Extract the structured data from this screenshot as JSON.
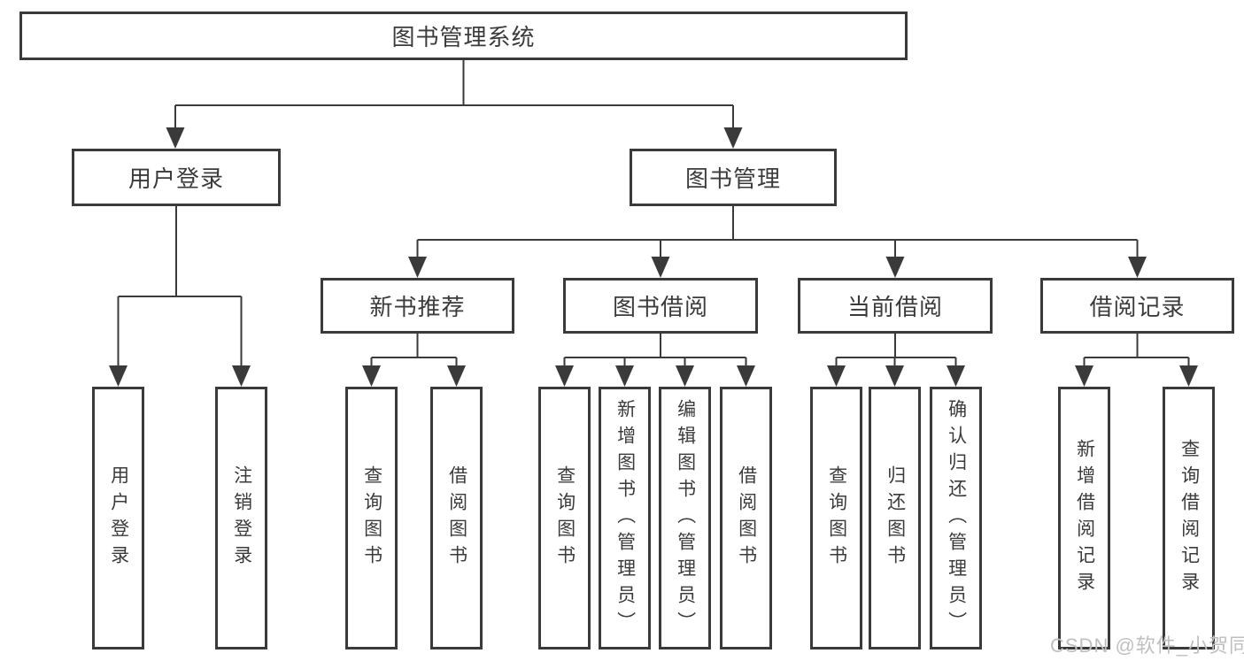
{
  "diagram": {
    "type": "hierarchy-tree",
    "direction": "top-down",
    "colors": {
      "background": "#ffffff",
      "box_border": "#3a3a3a",
      "connector_line": "#3a3a3a",
      "text": "#3b3b3b",
      "watermark_text": "#bfbfbf"
    },
    "watermark": "CSDN @软件_小贺同学",
    "nodes": {
      "root": "图书管理系统",
      "user_login": "用户登录",
      "book_mgmt": "图书管理",
      "new_book_rec": "新书推荐",
      "book_borrow": "图书借阅",
      "current_borrow": "当前借阅",
      "borrow_record": "借阅记录",
      "leaf_user_login": "用户登录",
      "leaf_logout": "注销登录",
      "leaf_rec_query": "查询图书",
      "leaf_rec_borrow": "借阅图书",
      "leaf_bb_query": "查询图书",
      "leaf_bb_add": "新增图书（管理员）",
      "leaf_bb_edit": "编辑图书（管理员）",
      "leaf_bb_borrow": "借阅图书",
      "leaf_cb_query": "查询图书",
      "leaf_cb_return": "归还图书",
      "leaf_cb_confirm": "确认归还（管理员）",
      "leaf_br_add": "新增借阅记录",
      "leaf_br_query": "查询借阅记录"
    },
    "hierarchy": {
      "图书管理系统": {
        "用户登录": [
          "用户登录",
          "注销登录"
        ],
        "图书管理": {
          "新书推荐": [
            "查询图书",
            "借阅图书"
          ],
          "图书借阅": [
            "查询图书",
            "新增图书（管理员）",
            "编辑图书（管理员）",
            "借阅图书"
          ],
          "当前借阅": [
            "查询图书",
            "归还图书",
            "确认归还（管理员）"
          ],
          "借阅记录": [
            "新增借阅记录",
            "查询借阅记录"
          ]
        }
      }
    }
  }
}
